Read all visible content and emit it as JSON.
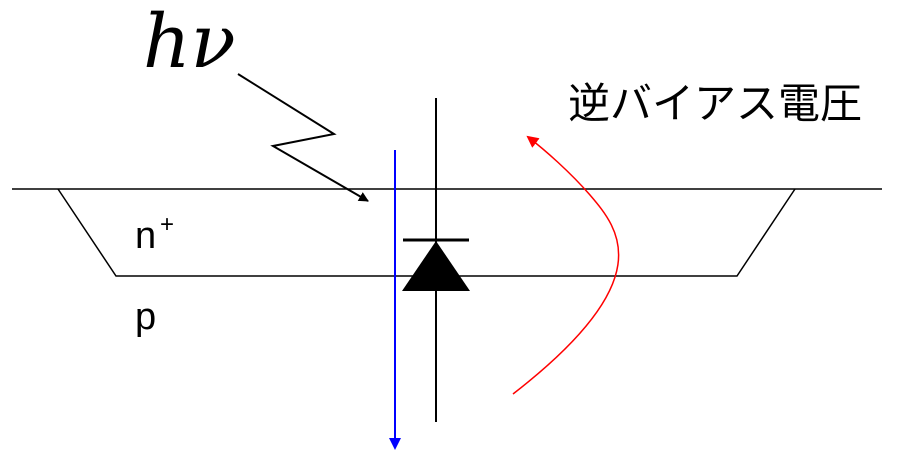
{
  "labels": {
    "photon": "hν",
    "reverse_bias": "逆バイアス電圧",
    "n_region": "n",
    "n_superscript": "+",
    "p_region": "p"
  },
  "colors": {
    "line": "#000000",
    "current_arrow": "#0000ff",
    "bias_arrow": "#ff0000",
    "background": "#ffffff"
  }
}
